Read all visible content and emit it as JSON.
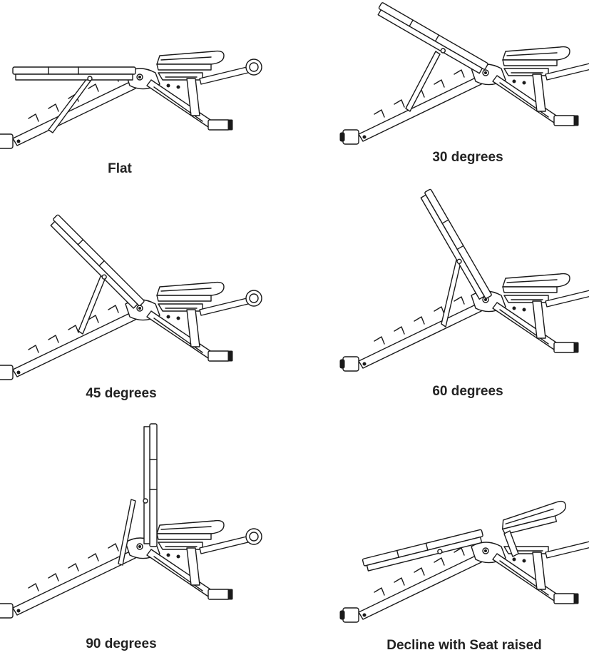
{
  "figure": {
    "panels": [
      {
        "id": "flat",
        "caption": "Flat"
      },
      {
        "id": "30",
        "caption": "30 degrees"
      },
      {
        "id": "45",
        "caption": "45 degrees"
      },
      {
        "id": "60",
        "caption": "60 degrees"
      },
      {
        "id": "90",
        "caption": "90 degrees"
      },
      {
        "id": "decline",
        "caption": "Decline with Seat raised"
      }
    ]
  }
}
